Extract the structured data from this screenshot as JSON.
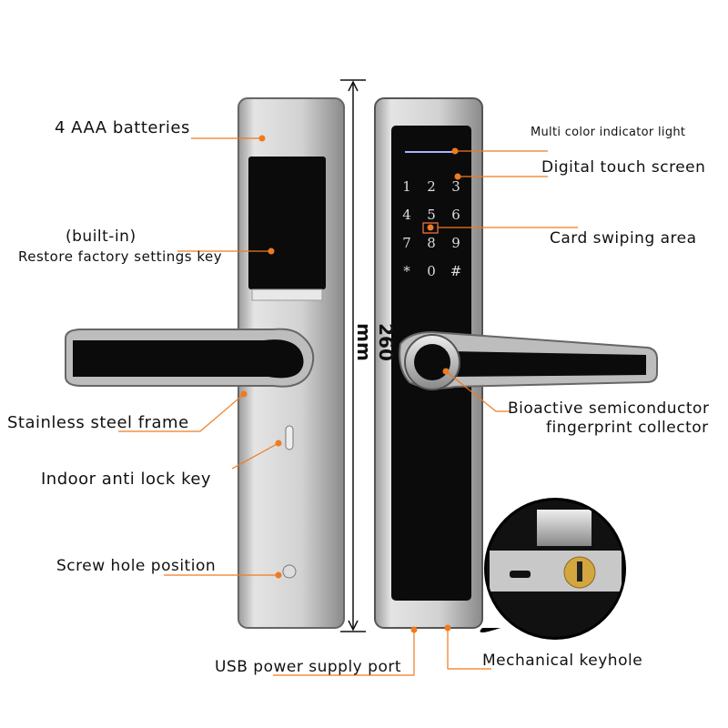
{
  "dimension": "260 mm",
  "colors": {
    "accent": "#f07a1e",
    "panel": "#c9c9c9",
    "screen": "#0b0b0b"
  },
  "keypad": [
    "1",
    "2",
    "3",
    "4",
    "5",
    "6",
    "7",
    "8",
    "9",
    "*",
    "0",
    "#"
  ],
  "labels": {
    "batteries": "4 AAA batteries",
    "built_in": "(built-in)",
    "restore_key": "Restore factory settings key",
    "steel_frame": "Stainless steel frame",
    "anti_lock": "Indoor anti lock key",
    "screw_hole": "Screw hole position",
    "indicator": "Multi color indicator light",
    "touch_screen": "Digital touch screen",
    "card_area": "Card swiping area",
    "fingerprint_1": "Bioactive semiconductor",
    "fingerprint_2": "fingerprint collector",
    "usb_port": "USB power supply port",
    "keyhole": "Mechanical keyhole"
  }
}
